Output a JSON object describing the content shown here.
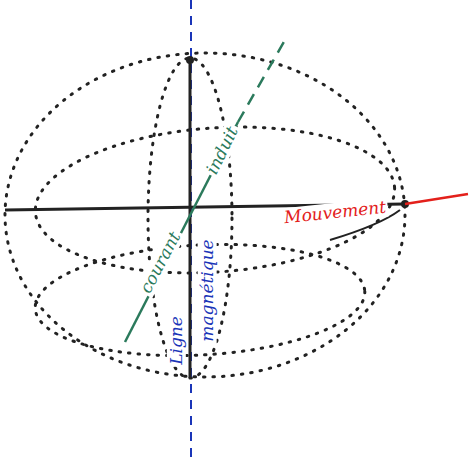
{
  "diagram": {
    "labels": [
      "Mouvement",
      "courant",
      "induit",
      "Ligne",
      "magnétique"
    ]
  }
}
